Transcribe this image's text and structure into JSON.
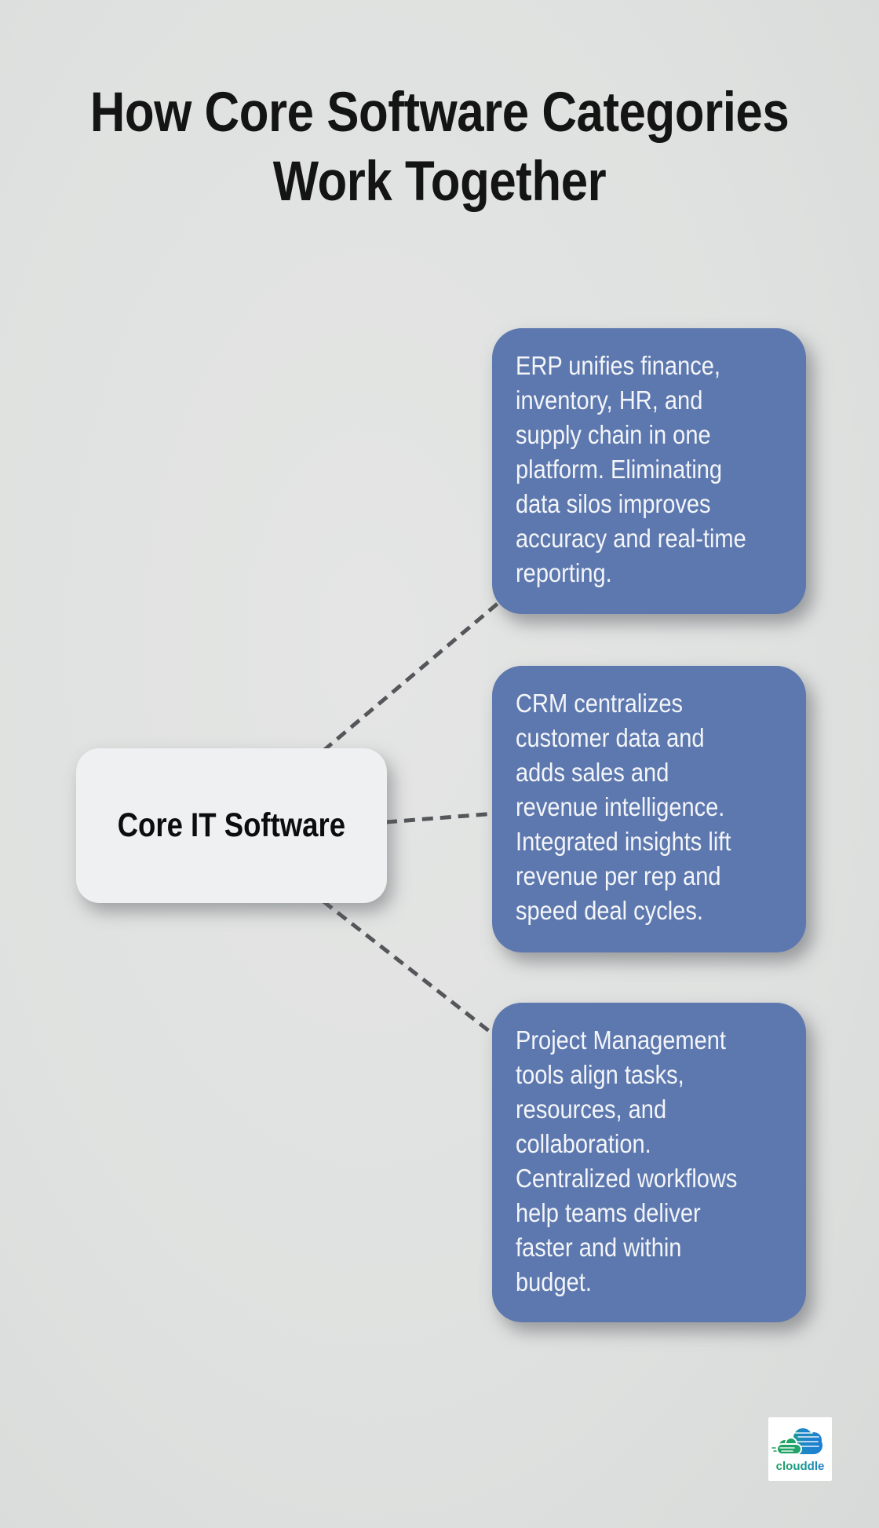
{
  "title": "How Core Software Categories\nWork Together",
  "diagram": {
    "center_node": {
      "label": "Core IT Software"
    },
    "branches": [
      {
        "id": "erp",
        "text": "ERP unifies finance,\ninventory, HR, and\nsupply chain in one\nplatform. Eliminating\ndata silos improves\naccuracy and real-time\nreporting."
      },
      {
        "id": "crm",
        "text": "CRM centralizes\ncustomer data and\nadds sales and\nrevenue intelligence.\nIntegrated insights lift\nrevenue per rep and\nspeed deal cycles."
      },
      {
        "id": "pm",
        "text": "Project Management\ntools align tasks,\nresources, and\ncollaboration.\nCentralized workflows\nhelp teams deliver\nfaster and within\nbudget."
      }
    ]
  },
  "logo": {
    "brand": "clouddle"
  },
  "colors": {
    "background": "#dfe1e0",
    "card_fill": "#5d78ae",
    "card_text": "#f3f5f9",
    "node_fill": "#eef0f2",
    "node_text": "#0d0d0d",
    "title_text": "#141414",
    "connector": "#55565a",
    "logo_green": "#21a066",
    "logo_blue": "#1d7fd4"
  }
}
